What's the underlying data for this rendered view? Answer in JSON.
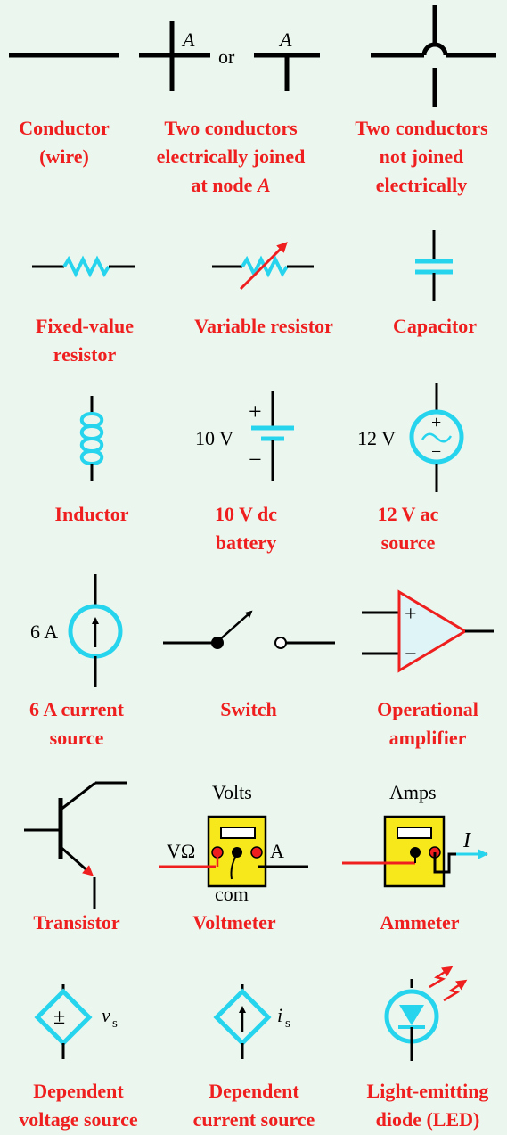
{
  "colors": {
    "background": "#ebf7ee",
    "caption": "#ef1f1f",
    "wire": "#000000",
    "symbol": "#27d4ee",
    "accent_red": "#ef1f1f",
    "meter_body": "#f7e81c",
    "opamp_fill": "#dff4f7"
  },
  "symbols": [
    {
      "id": "conductor",
      "caption": [
        "Conductor",
        "(wire)"
      ]
    },
    {
      "id": "joined",
      "caption": [
        "Two conductors",
        "electrically joined",
        "at node A"
      ],
      "node_label": "A",
      "or_label": "or"
    },
    {
      "id": "not-joined",
      "caption": [
        "Two conductors",
        "not joined",
        "electrically"
      ]
    },
    {
      "id": "fixed-resistor",
      "caption": [
        "Fixed-value",
        "resistor"
      ]
    },
    {
      "id": "variable-resistor",
      "caption": [
        "Variable resistor"
      ]
    },
    {
      "id": "capacitor",
      "caption": [
        "Capacitor"
      ]
    },
    {
      "id": "inductor",
      "caption": [
        "Inductor"
      ]
    },
    {
      "id": "battery",
      "caption": [
        "10 V dc",
        "battery"
      ],
      "value_label": "10 V",
      "plus": "+",
      "minus": "−"
    },
    {
      "id": "ac-source",
      "caption": [
        "12 V ac",
        "source"
      ],
      "value_label": "12 V",
      "plus": "+",
      "minus": "−",
      "wave": "~"
    },
    {
      "id": "current-source",
      "caption": [
        "6 A current",
        "source"
      ],
      "value_label": "6 A"
    },
    {
      "id": "switch",
      "caption": [
        "Switch"
      ]
    },
    {
      "id": "opamp",
      "caption": [
        "Operational",
        "amplifier"
      ],
      "plus": "+",
      "minus": "−"
    },
    {
      "id": "transistor",
      "caption": [
        "Transistor"
      ]
    },
    {
      "id": "voltmeter",
      "caption": [
        "Voltmeter"
      ],
      "top_label": "Volts",
      "left_label": "VΩ",
      "right_label": "A",
      "bottom_label": "com"
    },
    {
      "id": "ammeter",
      "caption": [
        "Ammeter"
      ],
      "top_label": "Amps",
      "current_label": "I"
    },
    {
      "id": "dep-voltage-source",
      "caption": [
        "Dependent",
        "voltage source"
      ],
      "plusminus": "±",
      "var": "v",
      "sub": "s"
    },
    {
      "id": "dep-current-source",
      "caption": [
        "Dependent",
        "current source"
      ],
      "var": "i",
      "sub": "s"
    },
    {
      "id": "led",
      "caption": [
        "Light-emitting",
        "diode (LED)"
      ]
    }
  ]
}
